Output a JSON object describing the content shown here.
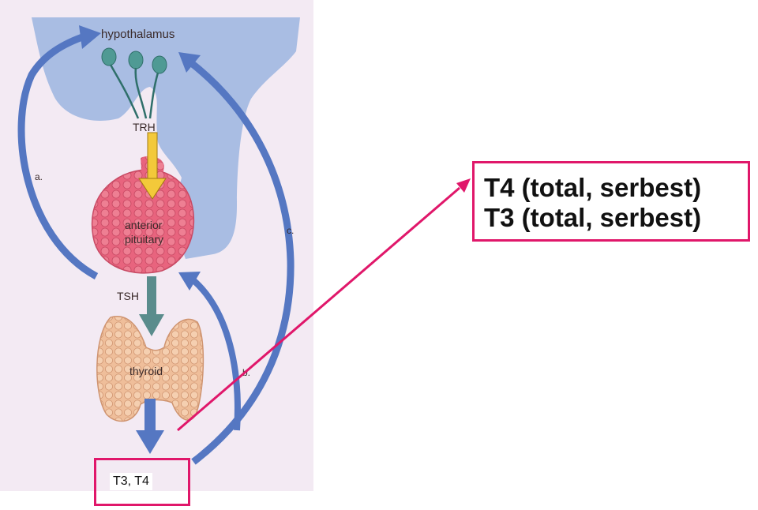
{
  "diagram": {
    "labels": {
      "hypothalamus": "hypothalamus",
      "trh": "TRH",
      "anterior_pituitary_line1": "anterior",
      "anterior_pituitary_line2": "pituitary",
      "tsh": "TSH",
      "thyroid": "thyroid",
      "feedback_a": "a.",
      "feedback_b": "b.",
      "feedback_c": "c."
    },
    "hormones_box": {
      "label": "T3, T4"
    },
    "callout": {
      "line1": "T4 (total, serbest)",
      "line2": "T3 (total, serbest)"
    },
    "colors": {
      "panel_background": "#f3eaf3",
      "brain_region": "#a9bde3",
      "pituitary": "#e8647e",
      "thyroid": "#efbe9a",
      "feedback_arrows": "#5577c2",
      "trh_arrow": "#f3c93a",
      "tsh_arrow": "#5a8c8c",
      "highlight": "#e0176a"
    }
  }
}
